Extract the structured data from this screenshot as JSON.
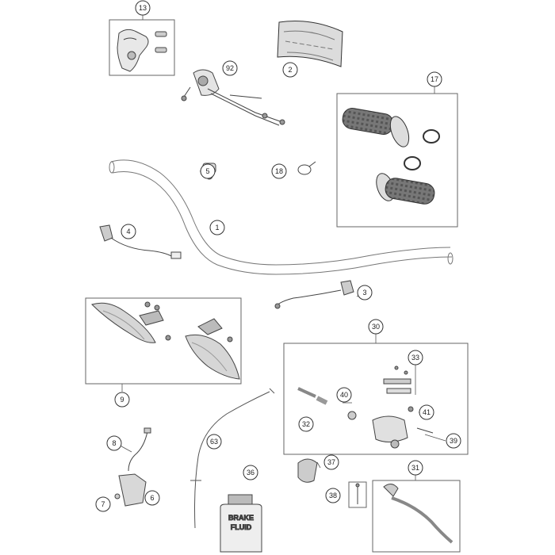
{
  "callouts": [
    {
      "id": "13"
    },
    {
      "id": "2"
    },
    {
      "id": "92"
    },
    {
      "id": "17"
    },
    {
      "id": "5"
    },
    {
      "id": "18"
    },
    {
      "id": "1"
    },
    {
      "id": "4"
    },
    {
      "id": "3"
    },
    {
      "id": "9"
    },
    {
      "id": "30"
    },
    {
      "id": "33"
    },
    {
      "id": "40"
    },
    {
      "id": "41"
    },
    {
      "id": "32"
    },
    {
      "id": "39"
    },
    {
      "id": "8"
    },
    {
      "id": "63"
    },
    {
      "id": "7"
    },
    {
      "id": "6"
    },
    {
      "id": "36"
    },
    {
      "id": "37"
    },
    {
      "id": "31"
    },
    {
      "id": "38"
    }
  ],
  "bottle_label": {
    "line1": "BRAKE",
    "line2": "FLUID"
  },
  "colors": {
    "line": "#555555",
    "fill": "#f4f4f4",
    "dark": "#444444"
  }
}
